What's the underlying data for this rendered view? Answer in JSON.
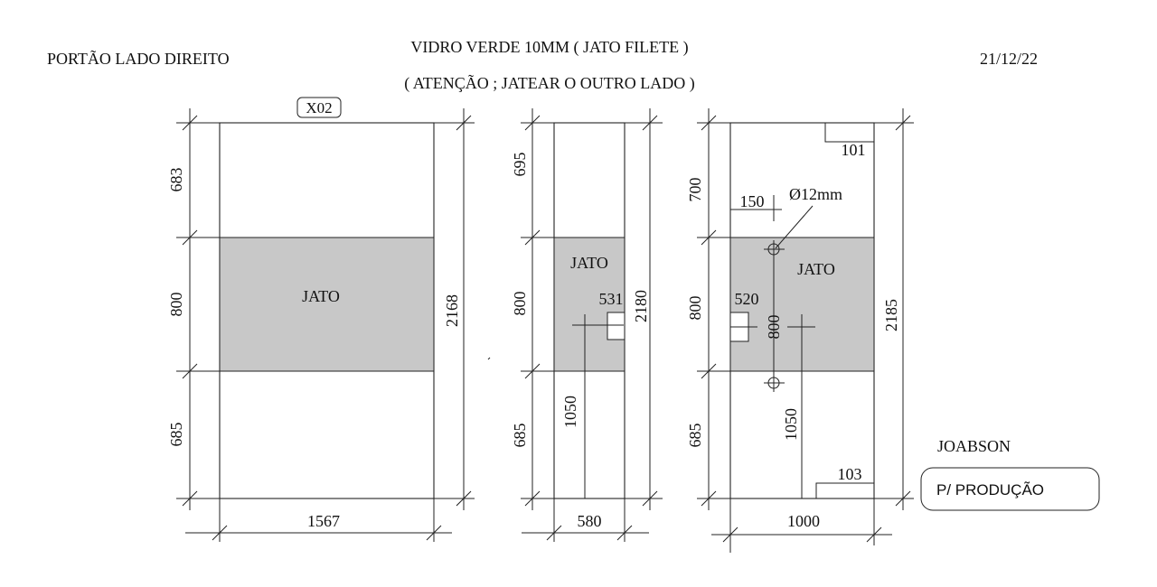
{
  "header": {
    "left_title": "PORTÃO LADO DIREITO",
    "center_line1": "VIDRO VERDE 10MM ( JATO FILETE )",
    "center_line2": "( ATENÇÃO ; JATEAR O OUTRO LADO )",
    "date": "21/12/22"
  },
  "panel1": {
    "tag": "X02",
    "dim_top": "683",
    "dim_mid": "800",
    "dim_bottom": "685",
    "height": "2168",
    "width": "1567",
    "zone_label": "JATO"
  },
  "panel2": {
    "dim_top": "695",
    "dim_mid": "800",
    "dim_bottom": "685",
    "height": "2180",
    "width": "580",
    "zone_label": "JATO",
    "notch_pos": "531",
    "handle_height": "1050"
  },
  "panel3": {
    "dim_top": "700",
    "dim_mid": "800",
    "dim_bottom": "685",
    "height": "2185",
    "width": "1000",
    "zone_label": "JATO",
    "corner_top": "101",
    "corner_bottom": "103",
    "hole_offset": "150",
    "hole_diameter": "Ø12mm",
    "notch_pos": "520",
    "hole_spacing": "800",
    "handle_height": "1050"
  },
  "footer": {
    "author": "JOABSON",
    "stamp": "P/ PRODUÇÃO"
  }
}
